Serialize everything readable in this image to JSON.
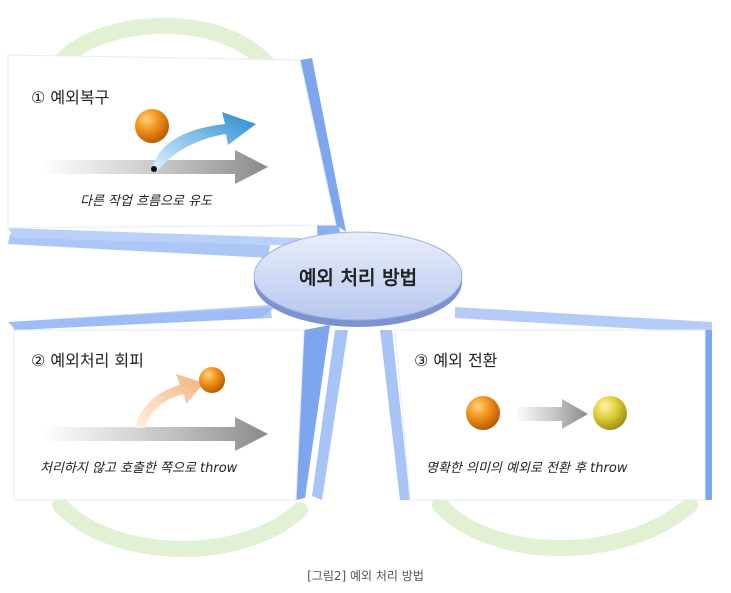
{
  "center": {
    "title": "예외 처리 방법"
  },
  "panels": [
    {
      "title": "① 예외복구",
      "description": "다른 작업 흐름으로 유도"
    },
    {
      "title": "② 예외처리 회피",
      "description": "처리하지 않고 호출한 쪽으로 throw"
    },
    {
      "title": "③ 예외 전환",
      "description": "명확한 의미의 예외로 전환 후 throw"
    }
  ],
  "caption": "[그림2] 예외 처리 방법",
  "colors": {
    "ring": "#dbeec9",
    "panel_edge": "#8fb4f5",
    "ellipse": "#c7d4f2",
    "orange_ball": "#e07a10",
    "yellow_ball": "#d7c52a",
    "blue_arrow": "#2b8fd0",
    "gray_arrow": "#8c8c8c"
  }
}
